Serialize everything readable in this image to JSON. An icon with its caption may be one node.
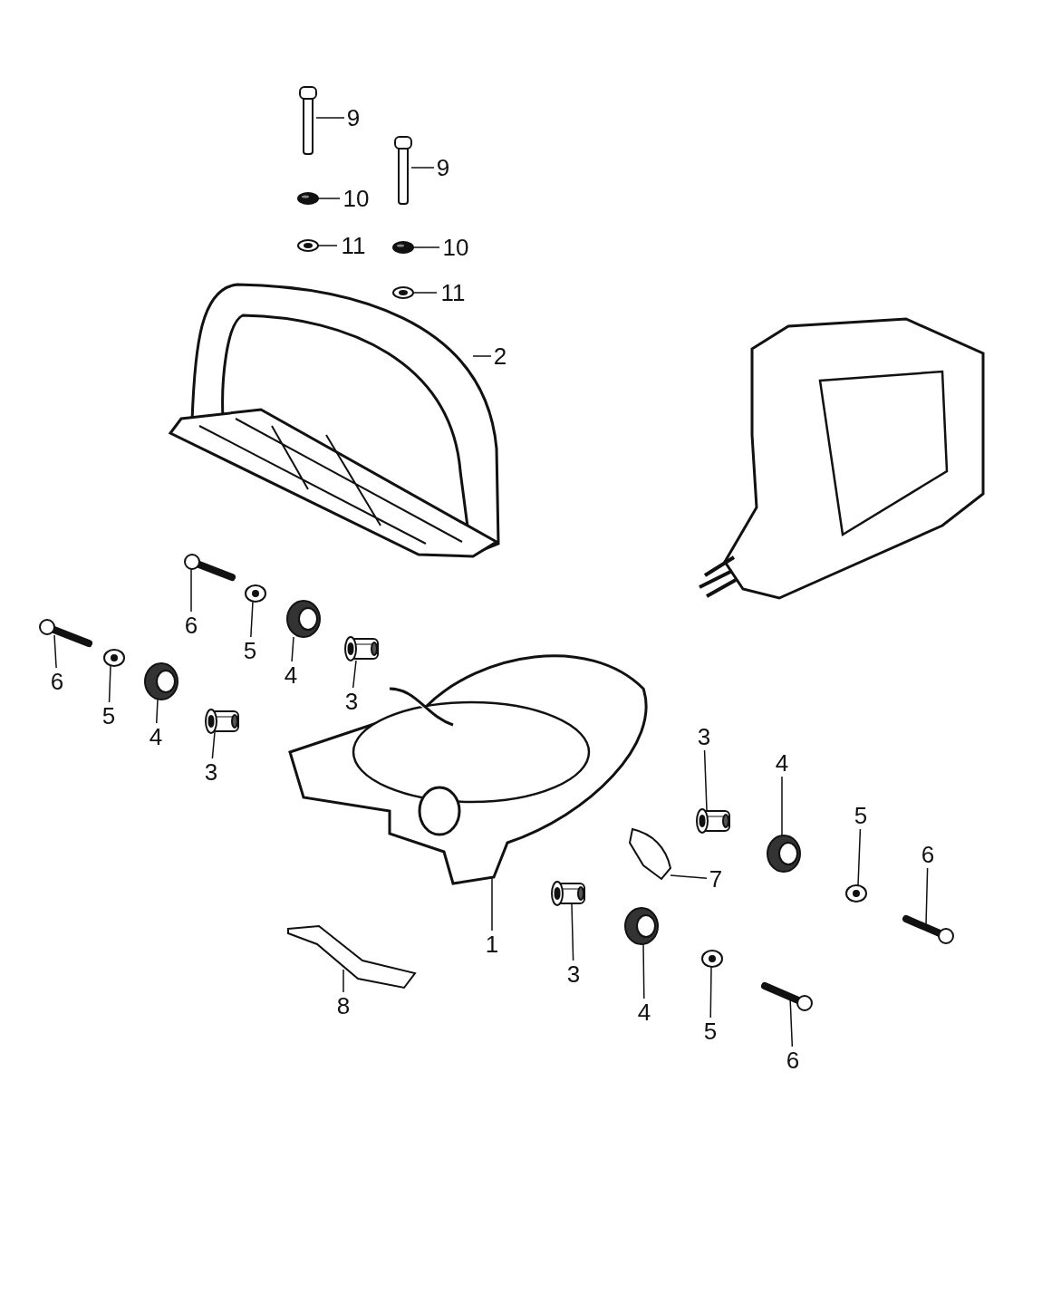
{
  "diagram": {
    "nodes": [
      {
        "text": [
          "9"
        ]
      },
      {
        "text": [
          "9"
        ]
      },
      {
        "text": [
          "10"
        ]
      },
      {
        "text": [
          "11"
        ]
      },
      {
        "text": [
          "10"
        ]
      },
      {
        "text": [
          "11"
        ]
      },
      {
        "text": [
          "2"
        ]
      },
      {
        "text": [
          "6"
        ]
      },
      {
        "text": [
          "5"
        ]
      },
      {
        "text": [
          "4"
        ]
      },
      {
        "text": [
          "3"
        ]
      },
      {
        "text": [
          "6"
        ]
      },
      {
        "text": [
          "5"
        ]
      },
      {
        "text": [
          "4"
        ]
      },
      {
        "text": [
          "3"
        ]
      },
      {
        "text": [
          "3"
        ]
      },
      {
        "text": [
          "4"
        ]
      },
      {
        "text": [
          "5"
        ]
      },
      {
        "text": [
          "6"
        ]
      },
      {
        "text": [
          "7"
        ]
      },
      {
        "text": [
          "1"
        ]
      },
      {
        "text": [
          "3"
        ]
      },
      {
        "text": [
          "4"
        ]
      },
      {
        "text": [
          "5"
        ]
      },
      {
        "text": [
          "6"
        ]
      },
      {
        "text": [
          "8"
        ]
      },
      {
        "text": [],
        "shape": "picture"
      },
      {
        "text": [],
        "shape": "picture"
      },
      {
        "text": [],
        "shape": "picture"
      },
      {
        "text": [],
        "shape": "picture"
      },
      {
        "text": [],
        "shape": "picture"
      },
      {
        "text": [],
        "shape": "picture"
      },
      {
        "text": [],
        "shape": "picture"
      },
      {
        "text": [],
        "shape": "picture"
      },
      {
        "text": [],
        "shape": "picture"
      },
      {
        "text": [],
        "shape": "picture"
      },
      {
        "text": [],
        "shape": "picture"
      },
      {
        "text": [],
        "shape": "picture"
      },
      {
        "text": [],
        "shape": "picture"
      },
      {
        "text": [],
        "shape": "picture"
      },
      {
        "text": [],
        "shape": "picture"
      },
      {
        "text": [],
        "shape": "picture"
      },
      {
        "text": [],
        "shape": "picture"
      },
      {
        "text": [],
        "shape": "picture"
      },
      {
        "text": [],
        "shape": "picture"
      },
      {
        "text": [],
        "shape": "picture"
      },
      {
        "text": [],
        "shape": "picture"
      },
      {
        "text": [],
        "shape": "picture"
      },
      {
        "text": [],
        "shape": "picture"
      },
      {
        "text": [],
        "shape": "picture"
      },
      {
        "text": [],
        "shape": "picture"
      },
      {
        "text": [],
        "shape": "picture"
      }
    ],
    "edges": [
      {
        "from": 0,
        "to": 26,
        "arrow": "none"
      },
      {
        "from": 1,
        "to": 27,
        "arrow": "none"
      },
      {
        "from": 2,
        "to": 28,
        "arrow": "none"
      },
      {
        "from": 3,
        "to": 29,
        "arrow": "none"
      },
      {
        "from": 4,
        "to": 30,
        "arrow": "none"
      },
      {
        "from": 5,
        "to": 31,
        "arrow": "none"
      },
      {
        "from": 6,
        "to": 32,
        "arrow": "none"
      },
      {
        "from": 7,
        "to": 33,
        "arrow": "none"
      },
      {
        "from": 8,
        "to": 34,
        "arrow": "none"
      },
      {
        "from": 9,
        "to": 35,
        "arrow": "none"
      },
      {
        "from": 10,
        "to": 36,
        "arrow": "none"
      },
      {
        "from": 11,
        "to": 37,
        "arrow": "none"
      },
      {
        "from": 12,
        "to": 38,
        "arrow": "none"
      },
      {
        "from": 13,
        "to": 39,
        "arrow": "none"
      },
      {
        "from": 14,
        "to": 40,
        "arrow": "none"
      },
      {
        "from": 15,
        "to": 41,
        "arrow": "none"
      },
      {
        "from": 16,
        "to": 42,
        "arrow": "none"
      },
      {
        "from": 17,
        "to": 43,
        "arrow": "none"
      },
      {
        "from": 18,
        "to": 44,
        "arrow": "none"
      },
      {
        "from": 19,
        "to": 45,
        "arrow": "none"
      },
      {
        "from": 20,
        "to": 46,
        "arrow": "none"
      },
      {
        "from": 21,
        "to": 47,
        "arrow": "none"
      },
      {
        "from": 22,
        "to": 48,
        "arrow": "none"
      },
      {
        "from": 23,
        "to": 49,
        "arrow": "none"
      },
      {
        "from": 24,
        "to": 50,
        "arrow": "none"
      },
      {
        "from": 25,
        "to": 51,
        "arrow": "none"
      }
    ]
  }
}
